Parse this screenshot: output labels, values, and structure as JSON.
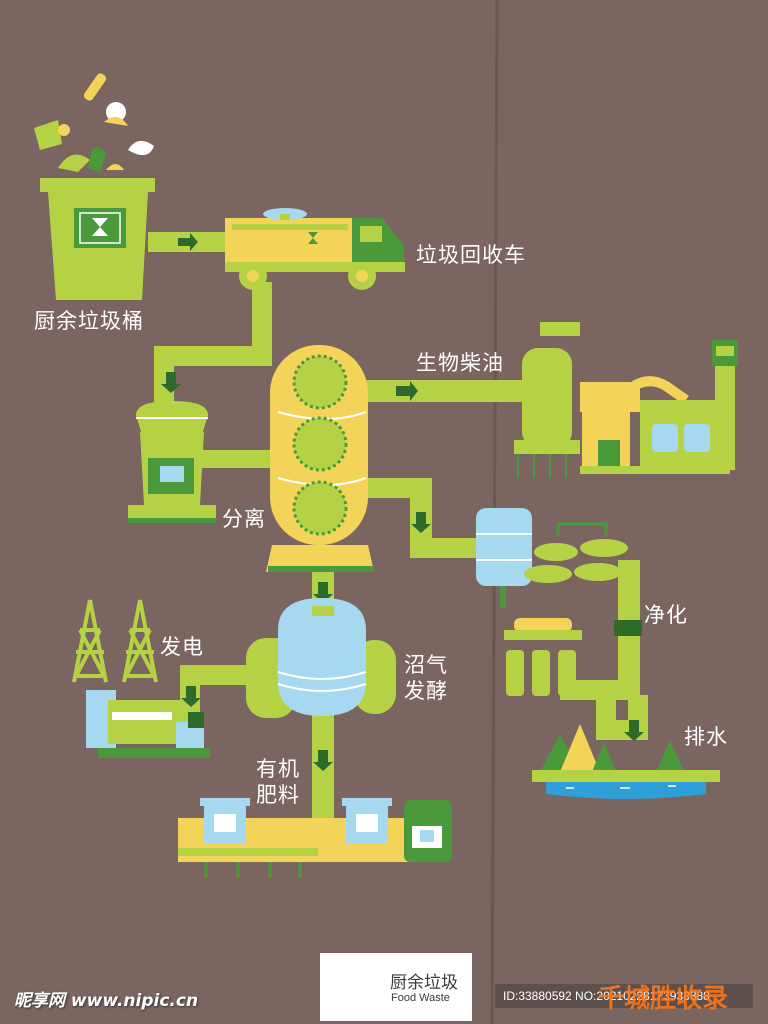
{
  "diagram": {
    "labels": {
      "kitchen_bin": "厨余垃圾桶",
      "truck": "垃圾回收车",
      "biodiesel": "生物柴油",
      "separation": "分离",
      "purify": "净化",
      "power": "发电",
      "biogas_1": "沼气",
      "biogas_2": "发酵",
      "fertilizer_1": "有机",
      "fertilizer_2": "肥料",
      "drainage": "排水"
    },
    "footer": {
      "cn": "厨余垃圾",
      "en": "Food Waste"
    }
  },
  "colors": {
    "background": "#7a6560",
    "lime": "#b5d244",
    "yellow": "#f4d458",
    "blue": "#a6d8ef",
    "green": "#4a9a3c",
    "dark_green": "#2e6b2a"
  },
  "watermark": {
    "site": "昵享网 www.nipic.cn",
    "id_text": "ID:33880592 NO:20210228173938888",
    "brand": "千城胜收录"
  }
}
